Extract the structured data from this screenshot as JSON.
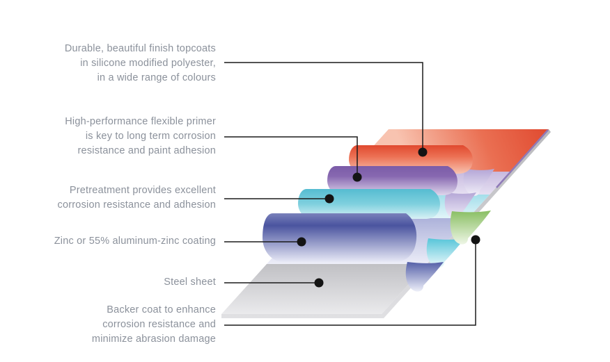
{
  "figure": {
    "background": "#ffffff",
    "callout_line_color": "#1a1a1a",
    "label_text_color": "#8b919b"
  },
  "labels": [
    {
      "target": "topcoat",
      "lines": [
        "Durable, beautiful finish topcoats",
        "in silicone modified polyester,",
        "in a wide range of colours"
      ]
    },
    {
      "target": "primer",
      "lines": [
        "High-performance flexible primer",
        "is key to long term corrosion",
        "resistance and paint adhesion"
      ]
    },
    {
      "target": "pretreatment",
      "lines": [
        "Pretreatment provides excellent",
        "corrosion resistance and adhesion"
      ]
    },
    {
      "target": "zinc-coating",
      "lines": [
        "Zinc or 55% aluminum-zinc coating"
      ]
    },
    {
      "target": "steel-sheet",
      "lines": [
        "Steel sheet"
      ]
    },
    {
      "target": "backer-coat",
      "lines": [
        "Backer coat to enhance",
        "corrosion resistance and",
        "minimize abrasion damage"
      ]
    }
  ],
  "layers": [
    {
      "name": "topcoat",
      "color": "#e0492f",
      "color_light": "#f8c3b0"
    },
    {
      "name": "primer",
      "color": "#7b5ca8",
      "color_light": "#ded5ec"
    },
    {
      "name": "pretreatment",
      "color": "#55bcd1",
      "color_light": "#d8f1f5"
    },
    {
      "name": "zinc-coating",
      "color": "#4a549f",
      "color_light": "#e8e9f6"
    },
    {
      "name": "steel-sheet",
      "color": "#c0c0c4",
      "color_light": "#ebebed"
    },
    {
      "name": "backer-coat",
      "color": "#89be62",
      "color_light": "#eef6e6"
    }
  ]
}
